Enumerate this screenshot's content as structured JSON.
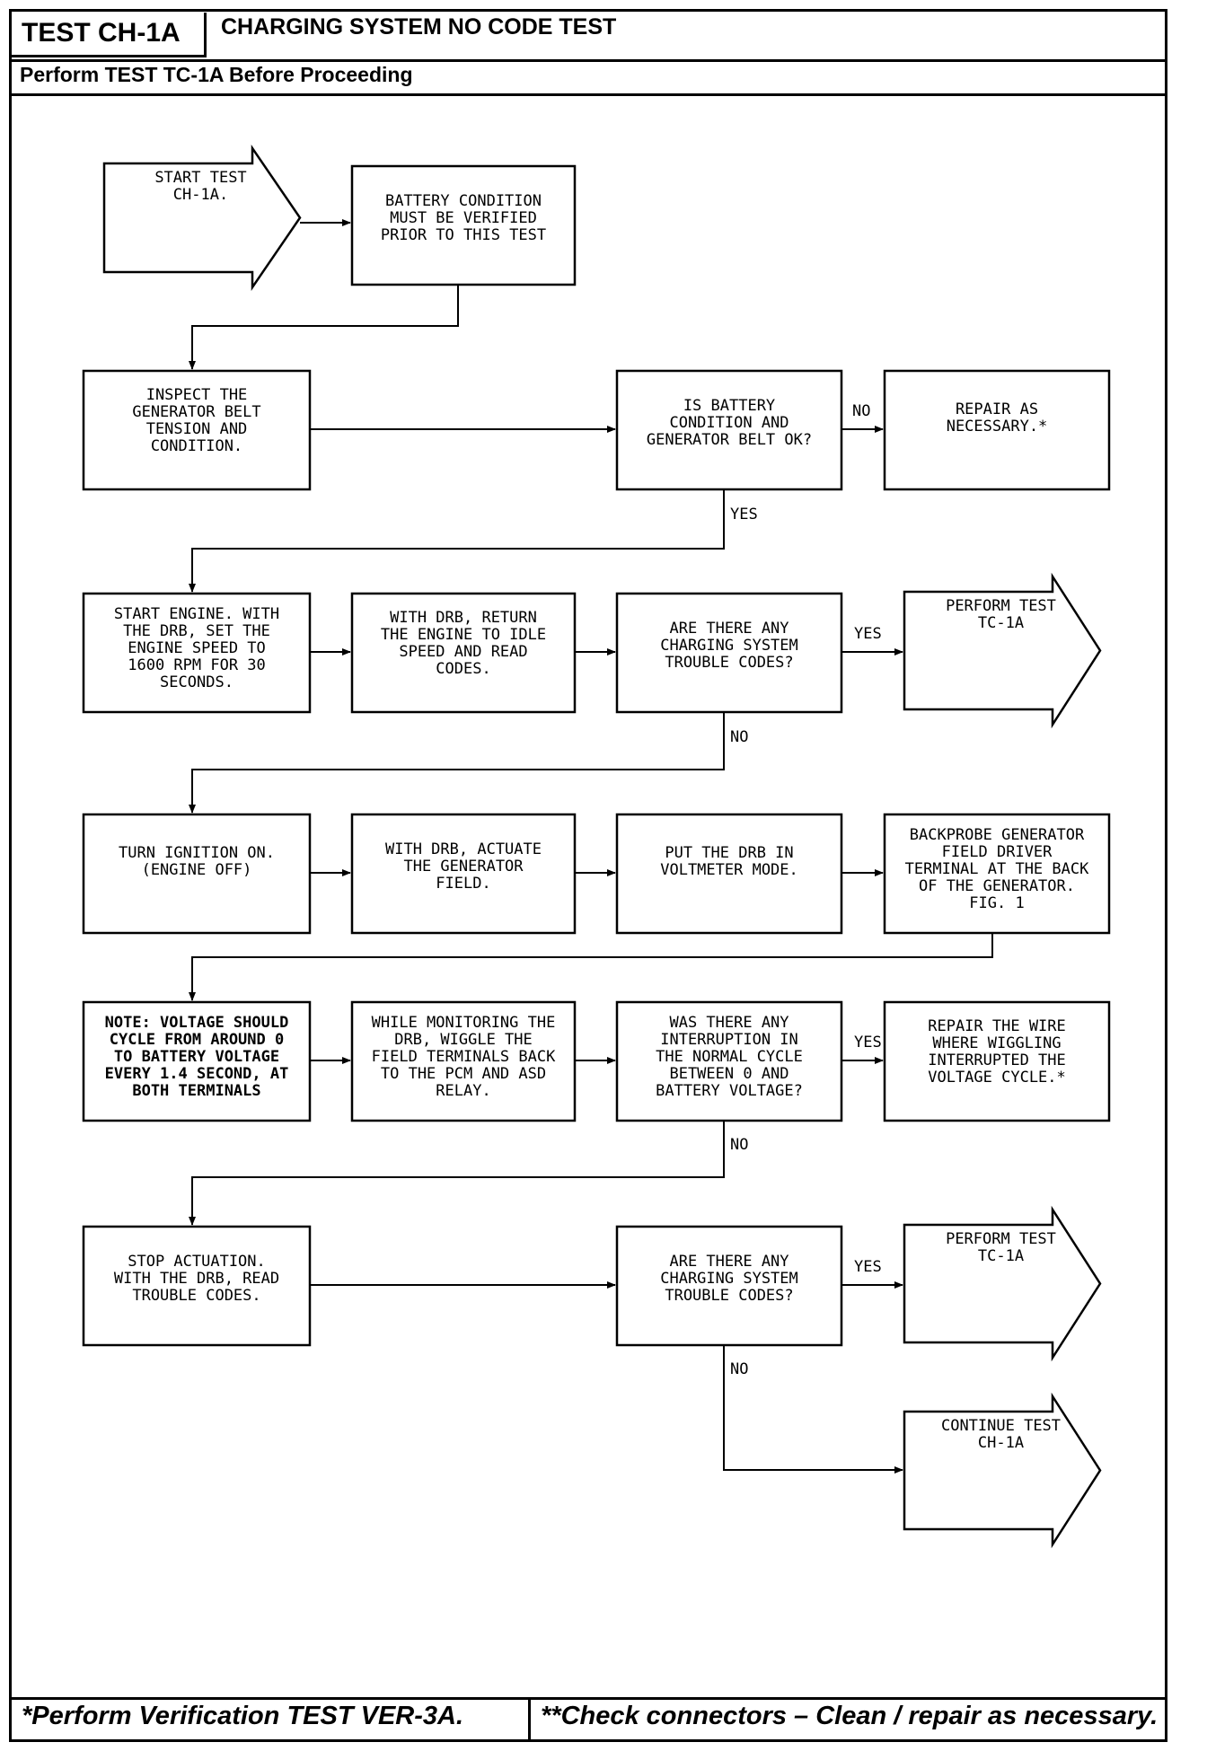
{
  "header": {
    "test_id": "TEST CH-1A",
    "title": "CHARGING SYSTEM NO CODE TEST",
    "subheader": "Perform TEST TC-1A Before Proceeding"
  },
  "footer": {
    "left": "*Perform Verification TEST VER-3A.",
    "right": "**Check connectors – Clean / repair as necessary."
  },
  "nodes": [
    {
      "id": "start",
      "shape": "arrow",
      "lines": [
        "START TEST",
        "CH-1A."
      ]
    },
    {
      "id": "battery",
      "shape": "box",
      "lines": [
        "BATTERY CONDITION",
        "MUST BE VERIFIED",
        "PRIOR TO THIS TEST"
      ]
    },
    {
      "id": "inspect",
      "shape": "box",
      "lines": [
        "INSPECT THE",
        "GENERATOR BELT",
        "TENSION AND",
        "CONDITION."
      ]
    },
    {
      "id": "is-ok",
      "shape": "box",
      "lines": [
        "IS BATTERY",
        "CONDITION AND",
        "GENERATOR BELT OK?"
      ]
    },
    {
      "id": "repair1",
      "shape": "box",
      "lines": [
        "REPAIR AS",
        "NECESSARY.*"
      ]
    },
    {
      "id": "start-engine",
      "shape": "box",
      "lines": [
        "START ENGINE. WITH",
        "THE DRB, SET THE",
        "ENGINE SPEED TO",
        "1600 RPM FOR 30",
        "SECONDS."
      ]
    },
    {
      "id": "return-idle",
      "shape": "box",
      "lines": [
        "WITH DRB, RETURN",
        "THE ENGINE TO IDLE",
        "SPEED AND READ",
        "CODES."
      ]
    },
    {
      "id": "codes1",
      "shape": "box",
      "lines": [
        "ARE THERE ANY",
        "CHARGING SYSTEM",
        "TROUBLE CODES?"
      ]
    },
    {
      "id": "tc1a-1",
      "shape": "arrow",
      "lines": [
        "PERFORM TEST",
        "TC-1A"
      ]
    },
    {
      "id": "ignition",
      "shape": "box",
      "lines": [
        "TURN IGNITION ON.",
        "(ENGINE OFF)"
      ]
    },
    {
      "id": "actuate",
      "shape": "box",
      "lines": [
        "WITH DRB, ACTUATE",
        "THE GENERATOR",
        "FIELD."
      ]
    },
    {
      "id": "voltmeter",
      "shape": "box",
      "lines": [
        "PUT THE DRB IN",
        "VOLTMETER MODE."
      ]
    },
    {
      "id": "backprobe",
      "shape": "box",
      "lines": [
        "BACKPROBE GENERATOR",
        "FIELD DRIVER",
        "TERMINAL AT THE BACK",
        "OF THE GENERATOR.",
        "FIG. 1"
      ]
    },
    {
      "id": "note",
      "shape": "box",
      "bold": true,
      "lines": [
        "NOTE: VOLTAGE SHOULD",
        "CYCLE FROM AROUND 0",
        "TO BATTERY VOLTAGE",
        "EVERY 1.4 SECOND, AT",
        "BOTH TERMINALS"
      ]
    },
    {
      "id": "wiggle",
      "shape": "box",
      "lines": [
        "WHILE MONITORING THE",
        "DRB, WIGGLE THE",
        "FIELD TERMINALS BACK",
        "TO THE PCM AND ASD",
        "RELAY."
      ]
    },
    {
      "id": "interrupt",
      "shape": "box",
      "lines": [
        "WAS THERE ANY",
        "INTERRUPTION IN",
        "THE NORMAL CYCLE",
        "BETWEEN 0 AND",
        "BATTERY VOLTAGE?"
      ]
    },
    {
      "id": "repair-wire",
      "shape": "box",
      "lines": [
        "REPAIR THE WIRE",
        "WHERE WIGGLING",
        "INTERRUPTED THE",
        "VOLTAGE CYCLE.*"
      ]
    },
    {
      "id": "stop",
      "shape": "box",
      "lines": [
        "STOP ACTUATION.",
        "WITH THE DRB, READ",
        "TROUBLE CODES."
      ]
    },
    {
      "id": "codes2",
      "shape": "box",
      "lines": [
        "ARE THERE ANY",
        "CHARGING SYSTEM",
        "TROUBLE CODES?"
      ]
    },
    {
      "id": "tc1a-2",
      "shape": "arrow",
      "lines": [
        "PERFORM TEST",
        "TC-1A"
      ]
    },
    {
      "id": "continue",
      "shape": "arrow",
      "lines": [
        "CONTINUE TEST",
        "CH-1A"
      ]
    }
  ],
  "edges": [
    {
      "from": "start",
      "to": "battery",
      "label": ""
    },
    {
      "from": "battery",
      "to": "inspect",
      "label": ""
    },
    {
      "from": "inspect",
      "to": "is-ok",
      "label": ""
    },
    {
      "from": "is-ok",
      "to": "repair1",
      "label": "NO"
    },
    {
      "from": "is-ok",
      "to": "start-engine",
      "label": "YES"
    },
    {
      "from": "start-engine",
      "to": "return-idle",
      "label": ""
    },
    {
      "from": "return-idle",
      "to": "codes1",
      "label": ""
    },
    {
      "from": "codes1",
      "to": "tc1a-1",
      "label": "YES"
    },
    {
      "from": "codes1",
      "to": "ignition",
      "label": "NO"
    },
    {
      "from": "ignition",
      "to": "actuate",
      "label": ""
    },
    {
      "from": "actuate",
      "to": "voltmeter",
      "label": ""
    },
    {
      "from": "voltmeter",
      "to": "backprobe",
      "label": ""
    },
    {
      "from": "backprobe",
      "to": "note",
      "label": ""
    },
    {
      "from": "note",
      "to": "wiggle",
      "label": ""
    },
    {
      "from": "wiggle",
      "to": "interrupt",
      "label": ""
    },
    {
      "from": "interrupt",
      "to": "repair-wire",
      "label": "YES"
    },
    {
      "from": "interrupt",
      "to": "stop",
      "label": "NO"
    },
    {
      "from": "stop",
      "to": "codes2",
      "label": ""
    },
    {
      "from": "codes2",
      "to": "tc1a-2",
      "label": "YES"
    },
    {
      "from": "codes2",
      "to": "continue",
      "label": "NO"
    }
  ]
}
